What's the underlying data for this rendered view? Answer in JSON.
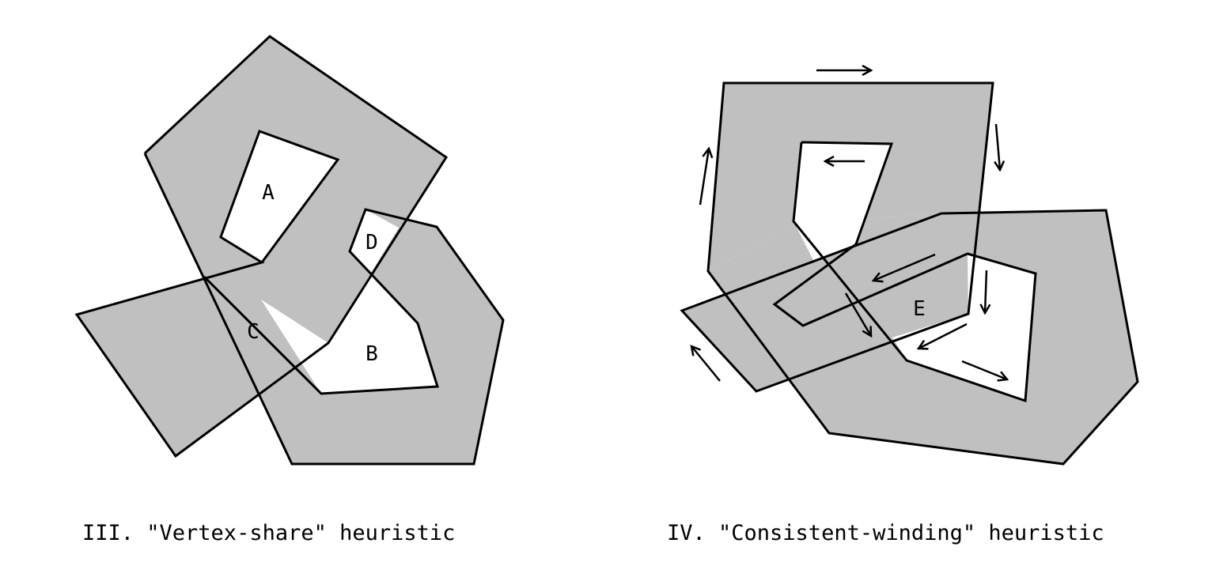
{
  "colors": {
    "fill": "#c0c0c0",
    "hole": "#ffffff",
    "stroke": "#000000"
  },
  "panels": [
    {
      "caption": "III. \"Vertex-share\" heuristic",
      "region_labels": [
        "A",
        "B",
        "C",
        "D"
      ]
    },
    {
      "caption": "IV. \"Consistent-winding\" heuristic",
      "region_labels": [
        "E"
      ]
    }
  ]
}
